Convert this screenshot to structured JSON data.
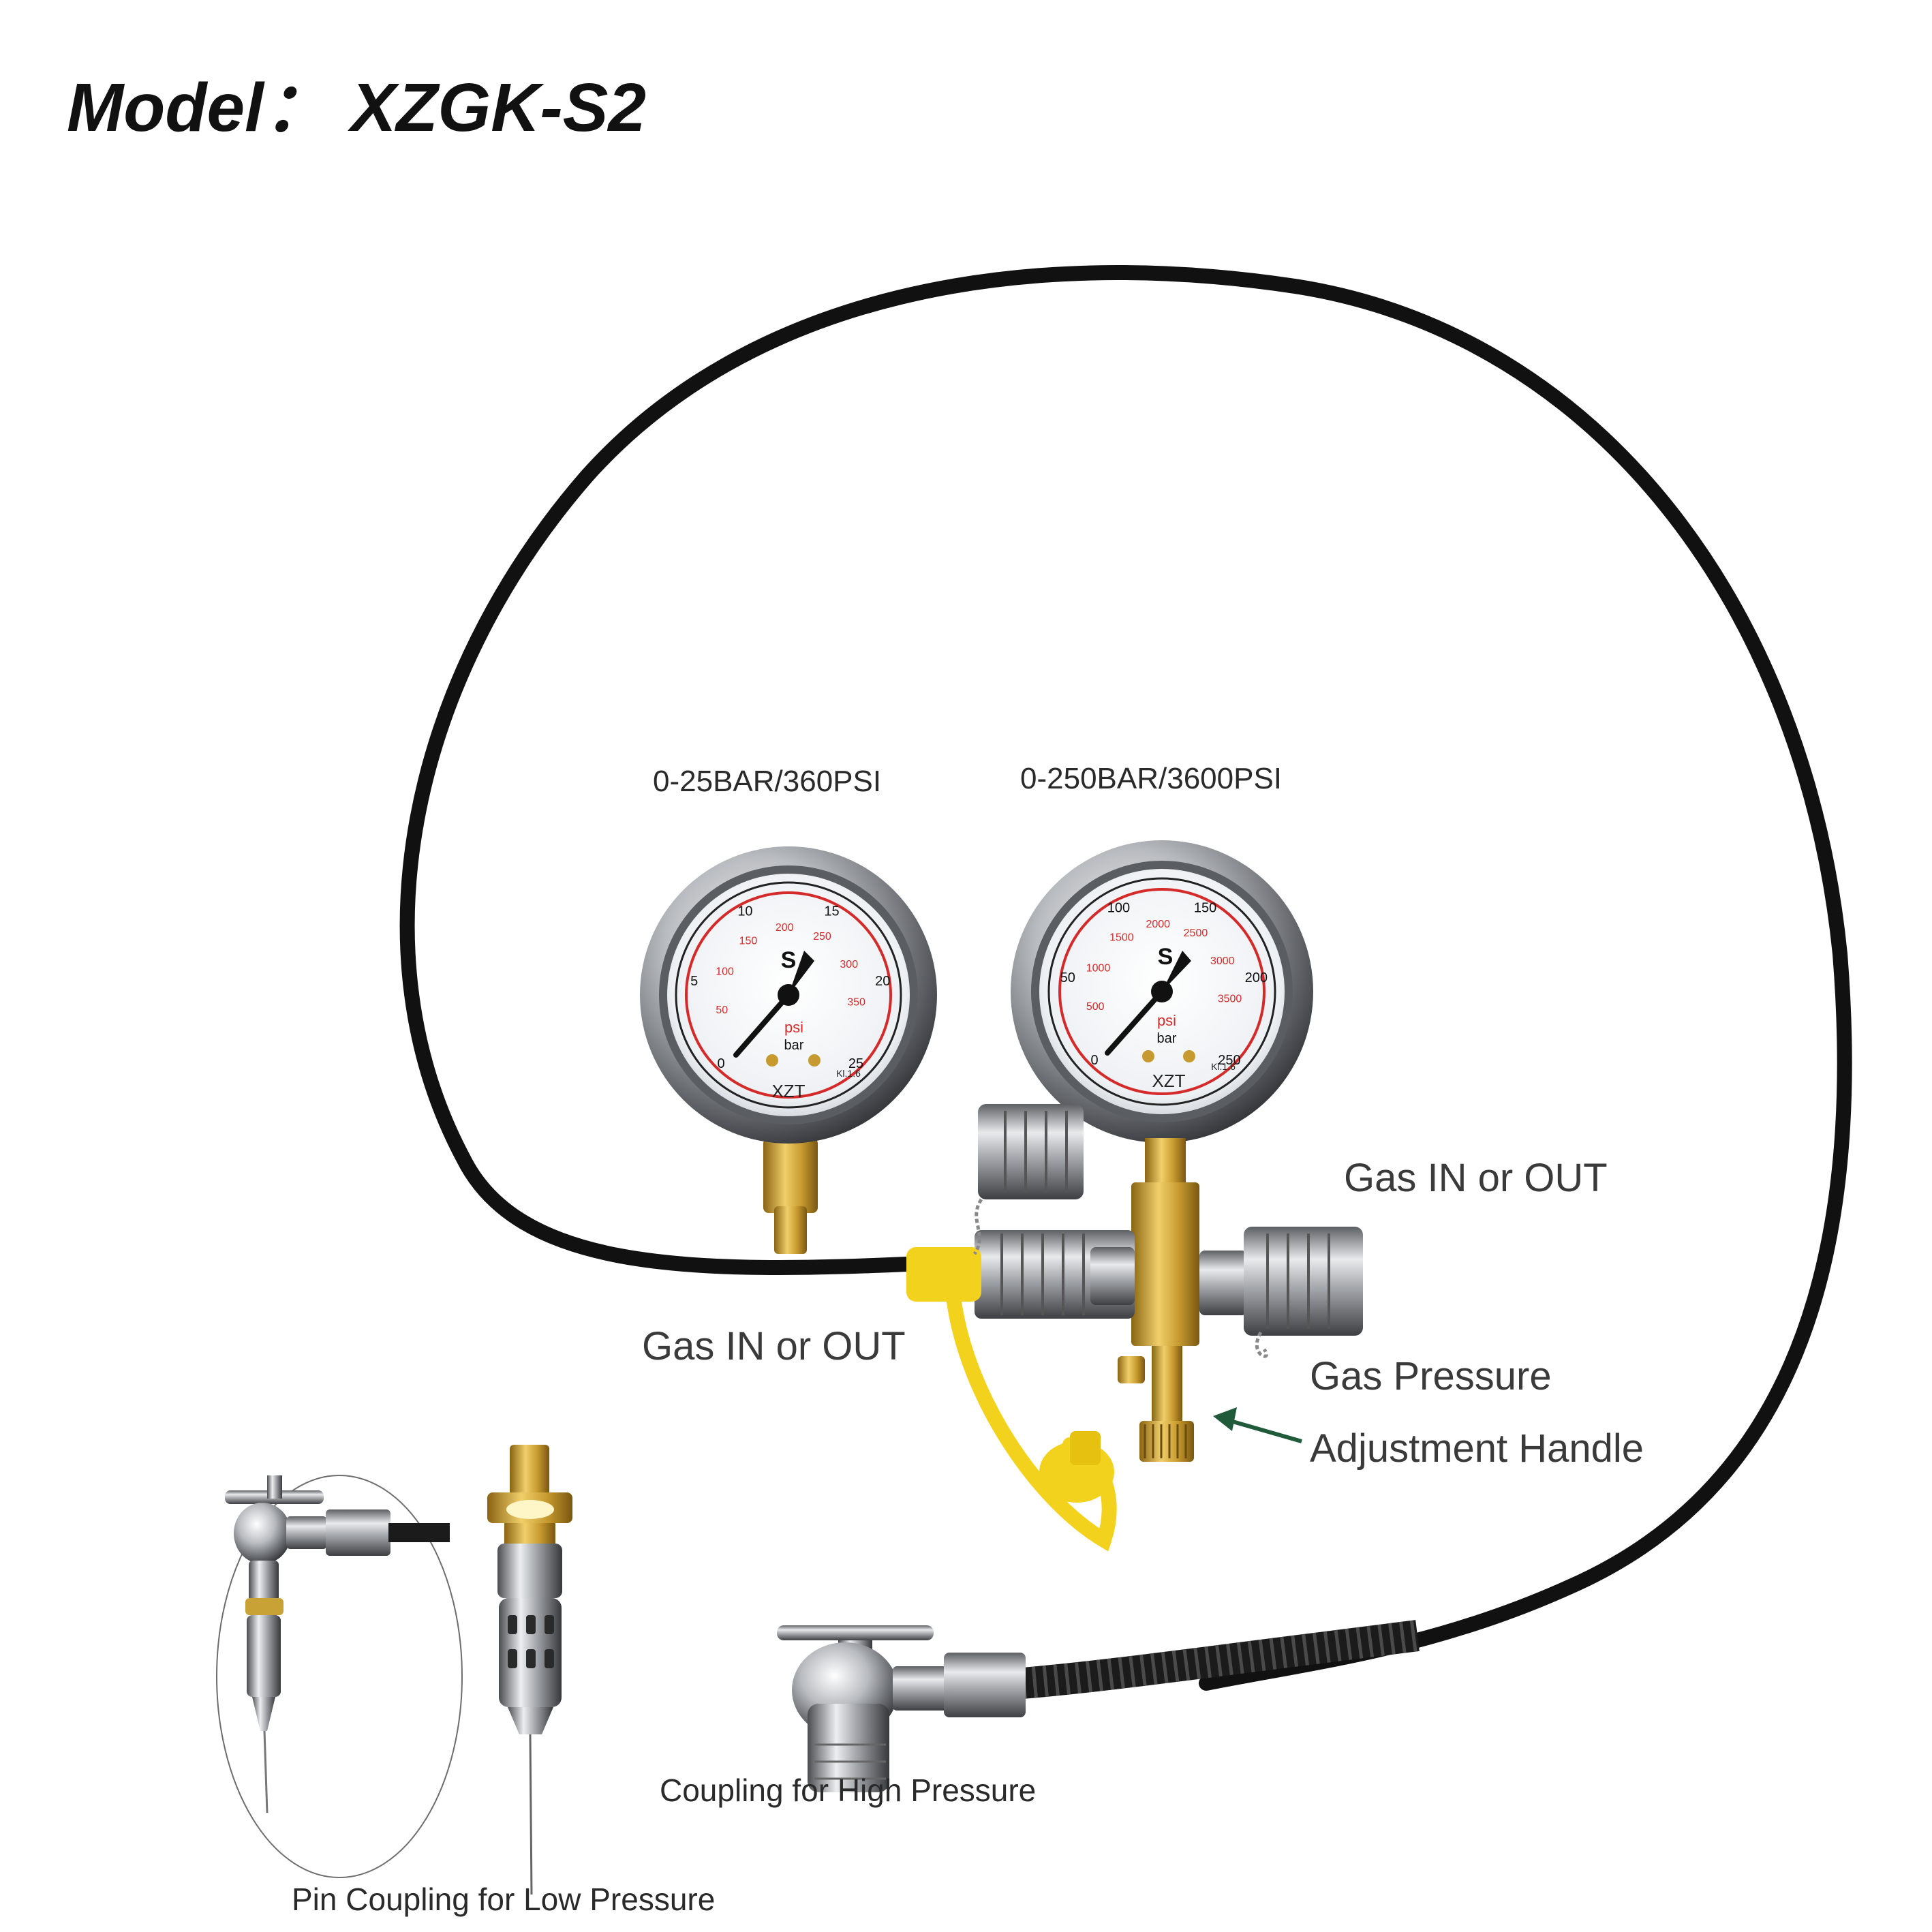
{
  "title": "Model： XZGK-S2",
  "gauges": {
    "low": {
      "range_label": "0-25BAR/360PSI",
      "brand": "XZT",
      "symbol": "S",
      "unit_red": "psi",
      "unit_black": "bar",
      "accuracy": "Kl.1.6",
      "bar_ticks": [
        "0",
        "5",
        "10",
        "15",
        "20",
        "25"
      ],
      "psi_ticks": [
        "50",
        "100",
        "150",
        "200",
        "250",
        "300",
        "350"
      ]
    },
    "high": {
      "range_label": "0-250BAR/3600PSI",
      "brand": "XZT",
      "symbol": "S",
      "unit_red": "psi",
      "unit_black": "bar",
      "accuracy": "Kl.1.6",
      "bar_ticks": [
        "0",
        "50",
        "100",
        "150",
        "200",
        "250"
      ],
      "psi_ticks": [
        "500",
        "1000",
        "1500",
        "2000",
        "2500",
        "3000",
        "3500"
      ]
    }
  },
  "labels": {
    "gas_left": "Gas IN or OUT",
    "gas_right": "Gas IN or OUT",
    "adjust_line1": "Gas Pressure",
    "adjust_line2": "Adjustment Handle",
    "high_coupling": "Coupling for High Pressure",
    "pin_coupling": "Pin Coupling for Low Pressure"
  },
  "colors": {
    "hose": "#111111",
    "brass": "#c9a236",
    "yellow_cap": "#f2d21c",
    "red_scale": "#d42a2a",
    "arrow": "#1f5a3a"
  }
}
